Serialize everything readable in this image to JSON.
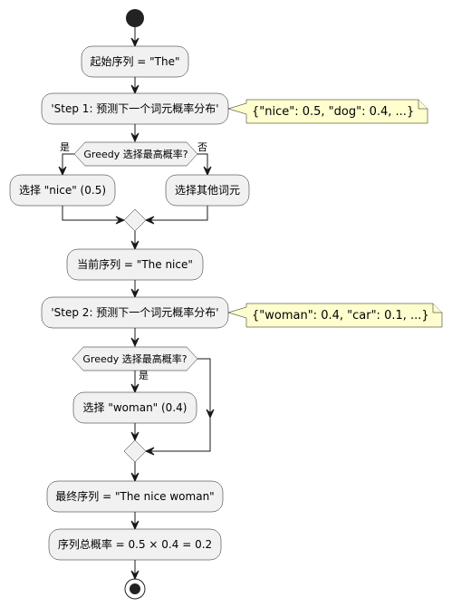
{
  "activities": {
    "start_seq": "起始序列 = \"The\"",
    "step1": "'Step 1: 预测下一个词元概率分布'",
    "choose_nice": "选择 \"nice\" (0.5)",
    "choose_other": "选择其他词元",
    "current_seq": "当前序列 = \"The nice\"",
    "step2": "'Step 2: 预测下一个词元概率分布'",
    "choose_woman": "选择 \"woman\" (0.4)",
    "final_seq": "最终序列 = \"The nice woman\"",
    "total_prob": "序列总概率 = 0.5 × 0.4 = 0.2"
  },
  "notes": {
    "note1": "{\"nice\": 0.5, \"dog\": 0.4, ...}",
    "note2": "{\"woman\": 0.4, \"car\": 0.1, ...}"
  },
  "decisions": {
    "d1": {
      "question": "Greedy 选择最高概率?",
      "yes_label": "是",
      "no_label": "否"
    },
    "d2": {
      "question": "Greedy 选择最高概率?",
      "yes_label": "是"
    }
  }
}
